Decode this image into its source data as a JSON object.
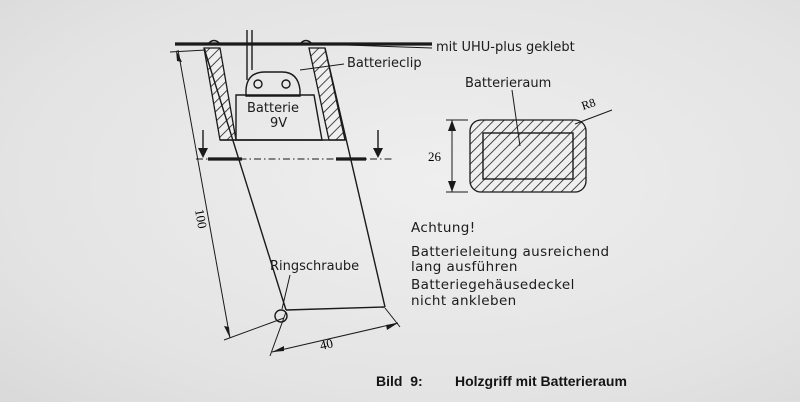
{
  "labels": {
    "glued": "mit UHU-plus geklebt",
    "clip": "Batterieclip",
    "battery_line1": "Batterie",
    "battery_line2": "9V",
    "ring_screw": "Ringschraube",
    "compartment": "Batterieraum",
    "radius": "R8"
  },
  "dimensions": {
    "length": "100",
    "width": "40",
    "height": "26"
  },
  "note": {
    "title": "Achtung!",
    "lines": [
      "Batterieleitung ausreichend",
      "lang ausführen",
      "Batteriegehäusedeckel",
      "nicht ankleben"
    ]
  },
  "caption": {
    "figure": "Bild  9:",
    "title": "Holzgriff mit Batterieraum"
  }
}
